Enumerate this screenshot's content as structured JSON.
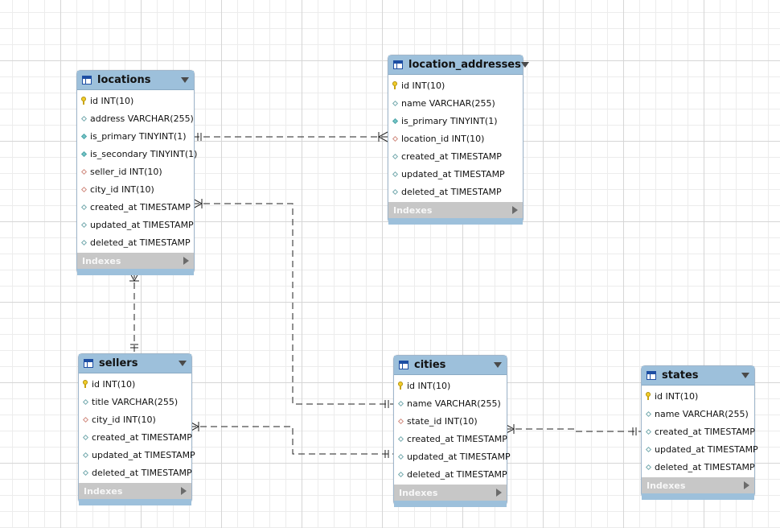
{
  "tables": {
    "locations": {
      "name": "locations",
      "columns": [
        {
          "label": "id INT(10)",
          "icon": "primary-key-icon"
        },
        {
          "label": "address VARCHAR(255)",
          "icon": "column-diamond-icon"
        },
        {
          "label": "is_primary TINYINT(1)",
          "icon": "not-null-column-icon"
        },
        {
          "label": "is_secondary TINYINT(1)",
          "icon": "not-null-column-icon"
        },
        {
          "label": "seller_id INT(10)",
          "icon": "foreign-key-icon"
        },
        {
          "label": "city_id INT(10)",
          "icon": "foreign-key-icon"
        },
        {
          "label": "created_at TIMESTAMP",
          "icon": "column-diamond-icon"
        },
        {
          "label": "updated_at TIMESTAMP",
          "icon": "column-diamond-icon"
        },
        {
          "label": "deleted_at TIMESTAMP",
          "icon": "column-diamond-icon"
        }
      ],
      "indexes_label": "Indexes"
    },
    "location_addresses": {
      "name": "location_addresses",
      "columns": [
        {
          "label": "id INT(10)",
          "icon": "primary-key-icon"
        },
        {
          "label": "name VARCHAR(255)",
          "icon": "column-diamond-icon"
        },
        {
          "label": "is_primary TINYINT(1)",
          "icon": "not-null-column-icon"
        },
        {
          "label": "location_id INT(10)",
          "icon": "foreign-key-icon"
        },
        {
          "label": "created_at TIMESTAMP",
          "icon": "column-diamond-icon"
        },
        {
          "label": "updated_at TIMESTAMP",
          "icon": "column-diamond-icon"
        },
        {
          "label": "deleted_at TIMESTAMP",
          "icon": "column-diamond-icon"
        }
      ],
      "indexes_label": "Indexes"
    },
    "sellers": {
      "name": "sellers",
      "columns": [
        {
          "label": "id INT(10)",
          "icon": "primary-key-icon"
        },
        {
          "label": "title VARCHAR(255)",
          "icon": "column-diamond-icon"
        },
        {
          "label": "city_id INT(10)",
          "icon": "foreign-key-icon"
        },
        {
          "label": "created_at TIMESTAMP",
          "icon": "column-diamond-icon"
        },
        {
          "label": "updated_at TIMESTAMP",
          "icon": "column-diamond-icon"
        },
        {
          "label": "deleted_at TIMESTAMP",
          "icon": "column-diamond-icon"
        }
      ],
      "indexes_label": "Indexes"
    },
    "cities": {
      "name": "cities",
      "columns": [
        {
          "label": "id INT(10)",
          "icon": "primary-key-icon"
        },
        {
          "label": "name VARCHAR(255)",
          "icon": "column-diamond-icon"
        },
        {
          "label": "state_id INT(10)",
          "icon": "foreign-key-icon"
        },
        {
          "label": "created_at TIMESTAMP",
          "icon": "column-diamond-icon"
        },
        {
          "label": "updated_at TIMESTAMP",
          "icon": "column-diamond-icon"
        },
        {
          "label": "deleted_at TIMESTAMP",
          "icon": "column-diamond-icon"
        }
      ],
      "indexes_label": "Indexes"
    },
    "states": {
      "name": "states",
      "columns": [
        {
          "label": "id INT(10)",
          "icon": "primary-key-icon"
        },
        {
          "label": "name VARCHAR(255)",
          "icon": "column-diamond-icon"
        },
        {
          "label": "created_at TIMESTAMP",
          "icon": "column-diamond-icon"
        },
        {
          "label": "updated_at TIMESTAMP",
          "icon": "column-diamond-icon"
        },
        {
          "label": "deleted_at TIMESTAMP",
          "icon": "column-diamond-icon"
        }
      ],
      "indexes_label": "Indexes"
    }
  },
  "relationships": [
    {
      "from": "locations",
      "to": "location_addresses",
      "one_end": "locations",
      "many_end": "location_addresses"
    },
    {
      "from": "sellers",
      "to": "locations",
      "one_end": "sellers",
      "many_end": "locations"
    },
    {
      "from": "cities",
      "to": "locations",
      "one_end": "cities",
      "many_end": "locations"
    },
    {
      "from": "cities",
      "to": "sellers",
      "one_end": "cities",
      "many_end": "sellers"
    },
    {
      "from": "states",
      "to": "cities",
      "one_end": "states",
      "many_end": "cities"
    }
  ],
  "colors": {
    "header": "#9dc0db",
    "indexes_bar": "#c7c7c7",
    "connector": "#222222",
    "table_icon": "#1d4ea3"
  }
}
